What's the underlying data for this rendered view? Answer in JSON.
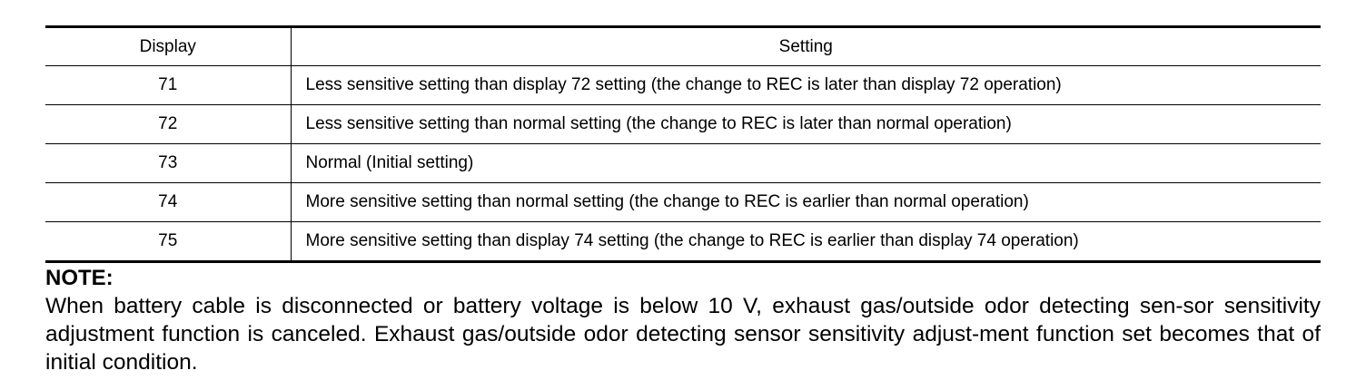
{
  "table": {
    "headers": {
      "display": "Display",
      "setting": "Setting"
    },
    "rows": [
      {
        "display": "71",
        "setting": "Less sensitive setting than display 72 setting (the change to REC is later than display 72 operation)"
      },
      {
        "display": "72",
        "setting": "Less sensitive setting than normal setting (the change to REC is later than normal operation)"
      },
      {
        "display": "73",
        "setting": "Normal (Initial setting)"
      },
      {
        "display": "74",
        "setting": "More sensitive setting than normal setting (the change to REC is earlier than normal operation)"
      },
      {
        "display": "75",
        "setting": "More sensitive setting than display 74 setting (the change to REC is earlier than display 74 operation)"
      }
    ]
  },
  "note": {
    "title": "NOTE:",
    "body": "When battery cable is disconnected or battery voltage is below 10 V, exhaust gas/outside odor detecting sen-sor sensitivity adjustment function is canceled. Exhaust gas/outside odor detecting sensor sensitivity adjust-ment function set becomes that of initial condition."
  }
}
